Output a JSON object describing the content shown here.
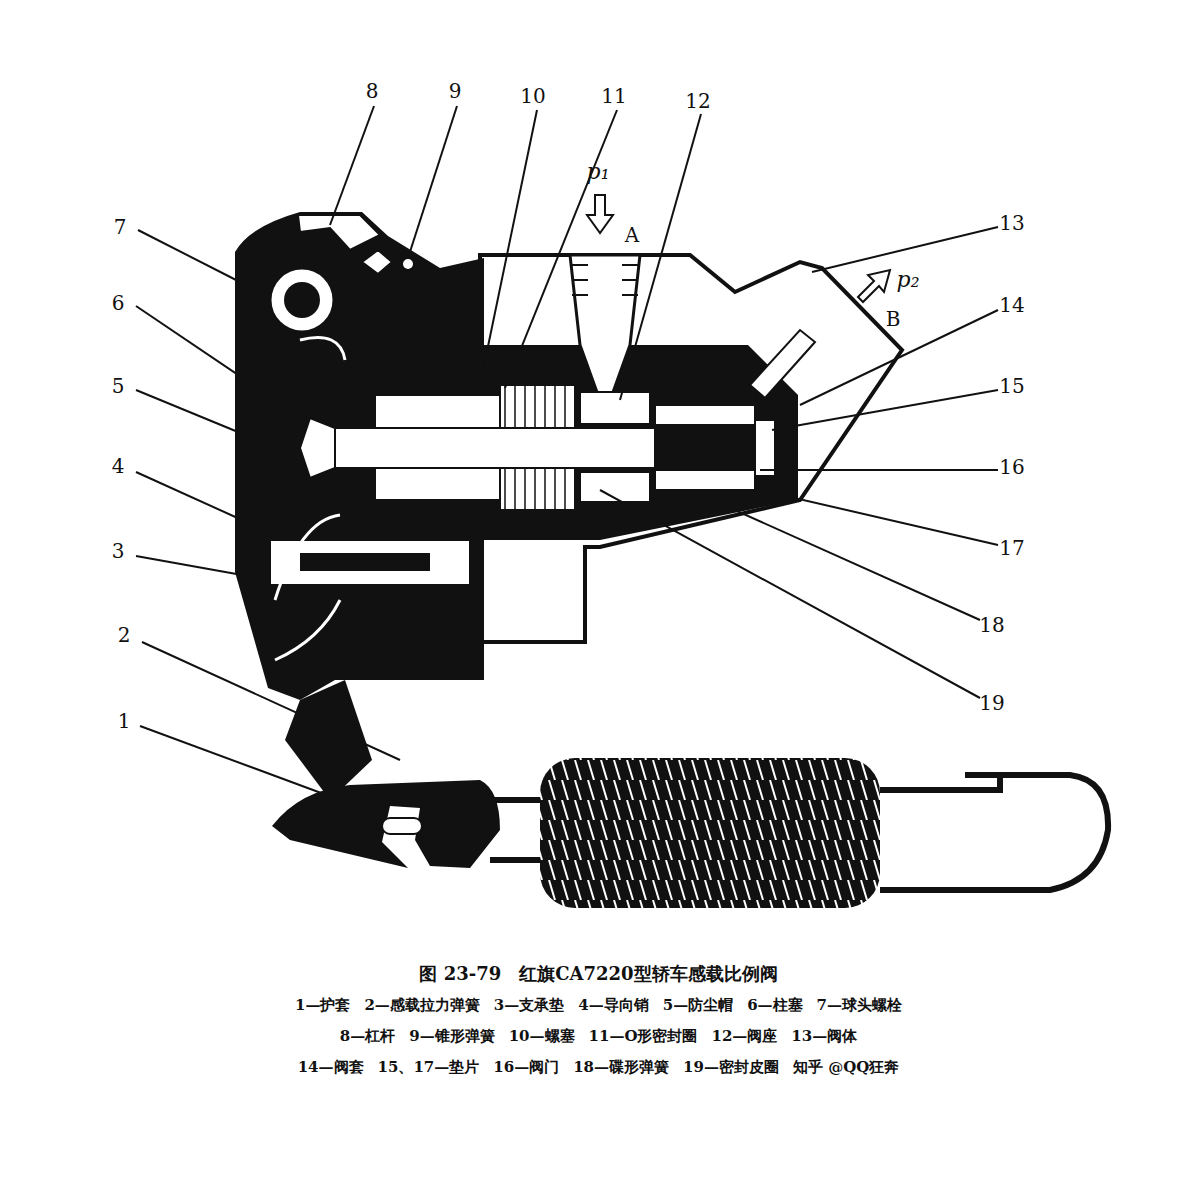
{
  "diagram": {
    "caption": "图 23-79　红旗CA7220型轿车感载比例阀",
    "labels": [
      "8",
      "9",
      "10",
      "11",
      "12",
      "p₁",
      "A",
      "13",
      "p₂",
      "B",
      "7",
      "14",
      "6",
      "15",
      "5",
      "16",
      "4",
      "17",
      "3",
      "18",
      "2",
      "19",
      "1",
      "1—护套",
      "2—感载拉力弹簧",
      "3—支承垫",
      "4—导向销",
      "5—防尘帽",
      "6—柱塞",
      "7—球头螺栓",
      "8—杠杆",
      "9—锥形弹簧",
      "10—螺塞",
      "11—O形密封圈",
      "12—阀座",
      "13—阀体",
      "14—阀套",
      "15、17—垫片",
      "16—阀门",
      "18—碟形弹簧",
      "19—密封皮圈",
      "知乎 @QQ狂奔"
    ]
  }
}
